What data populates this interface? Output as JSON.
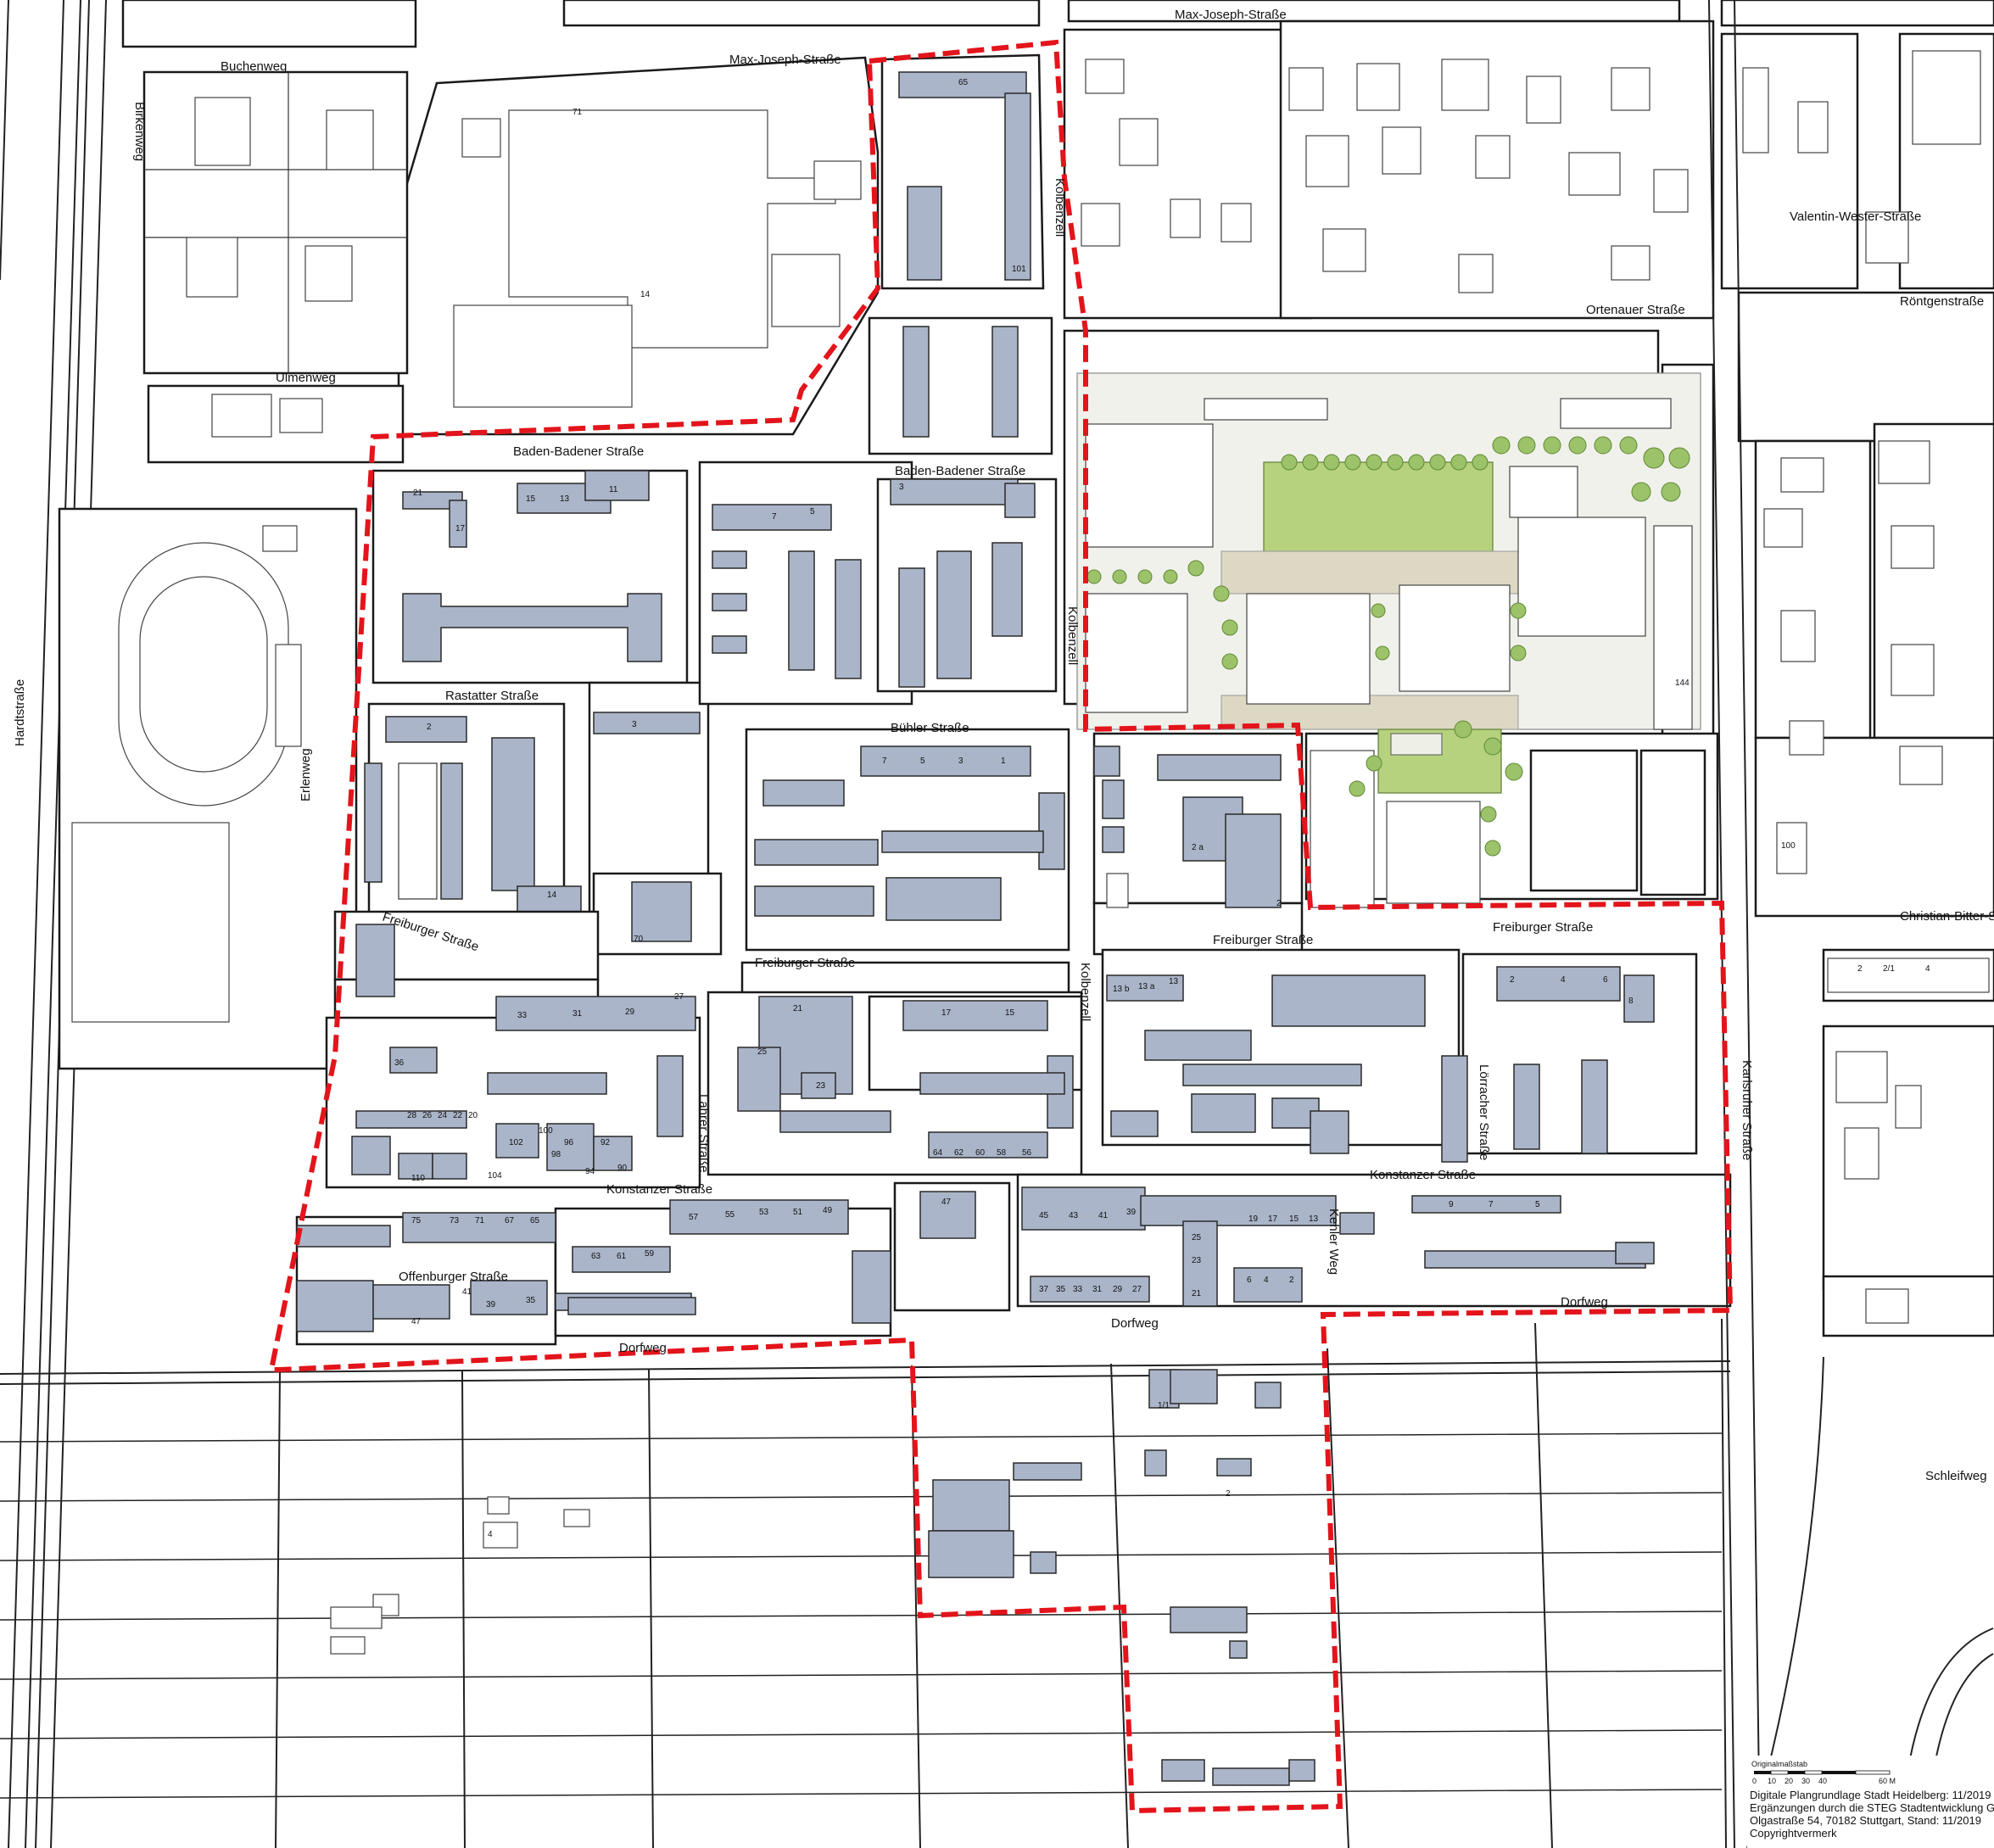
{
  "map": {
    "streets": {
      "max_joseph": "Max-Joseph-Straße",
      "max_joseph_small": "Max-Joseph-Straße",
      "baden_badener": "Baden-Badener Straße",
      "rastatter": "Rastatter Straße",
      "buehler": "Bühler Straße",
      "freiburger": "Freiburger Straße",
      "konstanzer": "Konstanzer Straße",
      "offenburger": "Offenburger Straße",
      "kolbenzell": "Kolbenzell",
      "erlenweg": "Erlenweg",
      "lahrer": "Lahrer Straße",
      "loerracher": "Lörracher Straße",
      "kehler_weg": "Kehler Weg",
      "karlsruher": "Karlsruher Straße",
      "ortenauer": "Ortenauer Straße",
      "valentin": "Valentin-Wester-Straße",
      "roentgen": "Röntgenstraße",
      "christian": "Christian-Bitter-Straße",
      "schleifweg": "Schleifweg",
      "dorfweg": "Dorfweg",
      "birkenweg": "Birkenweg",
      "buchenweg": "Buchenweg",
      "ulmenweg": "Ulmenweg",
      "hardtstrasse": "Hardtstraße"
    },
    "numbers": {
      "school": "71",
      "school_site": "14",
      "kolb_top": "65",
      "kolb_mid": "101",
      "buehler_7": "7",
      "buehler_5": "5",
      "buehler_3": "3",
      "buehler_1": "1",
      "freib_33": "33",
      "freib_31": "31",
      "freib_29": "29",
      "freib_27": "27",
      "freib_21": "21",
      "freib_25": "25",
      "freib_23": "23",
      "freib_17": "17",
      "freib_15": "15",
      "konst_45": "45",
      "konst_43": "43",
      "konst_41": "41",
      "konst_39": "39",
      "konst_9": "9",
      "konst_7": "7",
      "konst_5": "5",
      "offen_47": "47",
      "offen_41": "41",
      "offen_39": "39",
      "offen_35": "35",
      "dorf_37": "37",
      "dorf_35": "35",
      "dorf_33": "33",
      "dorf_31": "31",
      "dorf_29": "29",
      "dorf_27": "27",
      "field_11": "1/1",
      "field_2": "2",
      "field_4": "4",
      "bb_3": "3",
      "bb_15": "15",
      "bb_13": "13",
      "bb_11": "11",
      "bb_21": "21",
      "bb_17": "17",
      "bb_7": "7",
      "bb_5": "5",
      "ras_2": "2",
      "ras_3": "3",
      "ras_14": "14",
      "ras_70": "70",
      "kolb_2a": "2 a",
      "kolb_2": "2",
      "fr_13b": "13 b",
      "fr_13a": "13 a",
      "fr_13": "13",
      "fr_2": "2",
      "fr_4": "4",
      "fr_6": "6",
      "fr_8": "8",
      "kv_25": "25",
      "kv_23": "23",
      "kv_21": "21",
      "kw_6": "6",
      "kw_4": "4",
      "kw_2": "2",
      "e_144": "144",
      "kh_100": "100",
      "ch_2": "2",
      "ch_21": "2/1",
      "ch_4": "4",
      "l_36": "36",
      "l_28": "28",
      "l_26": "26",
      "l_24": "24",
      "l_22": "22",
      "l_20": "20",
      "l_102": "102",
      "l_100": "100",
      "l_98": "98",
      "l_96": "96",
      "l_94": "94",
      "l_92": "92",
      "l_90": "90",
      "l_104": "104",
      "l_110": "110",
      "l_64": "64",
      "l_62": "62",
      "l_60": "60",
      "l_58": "58",
      "l_56": "56",
      "l_63": "63",
      "l_61": "61",
      "l_59": "59",
      "l_57": "57",
      "l_55": "55",
      "l_53": "53",
      "l_51": "51",
      "l_49": "49",
      "l_75": "75",
      "l_73": "73",
      "l_71": "71",
      "l_67": "67",
      "l_65": "65",
      "l_19": "19",
      "l_17": "17",
      "l_15": "15",
      "l_13": "13",
      "l_47": "47"
    },
    "legend": {
      "scale_title": "Originalmaßstab",
      "scale_ticks": [
        "0",
        "10",
        "20",
        "30",
        "40",
        "60 M"
      ],
      "line1": "Digitale Plangrundlage Stadt Heidelberg: 11/2019",
      "line2": "Ergänzungen durch die STEG Stadtentwicklung GmbH",
      "line3": "Olgastraße 54, 70182 Stuttgart, Stand: 11/2019",
      "line4": "Copyrightvermerk"
    },
    "colors": {
      "boundary": "#e3141b",
      "building": "#aab5c9",
      "green": "#b6d27f"
    }
  }
}
